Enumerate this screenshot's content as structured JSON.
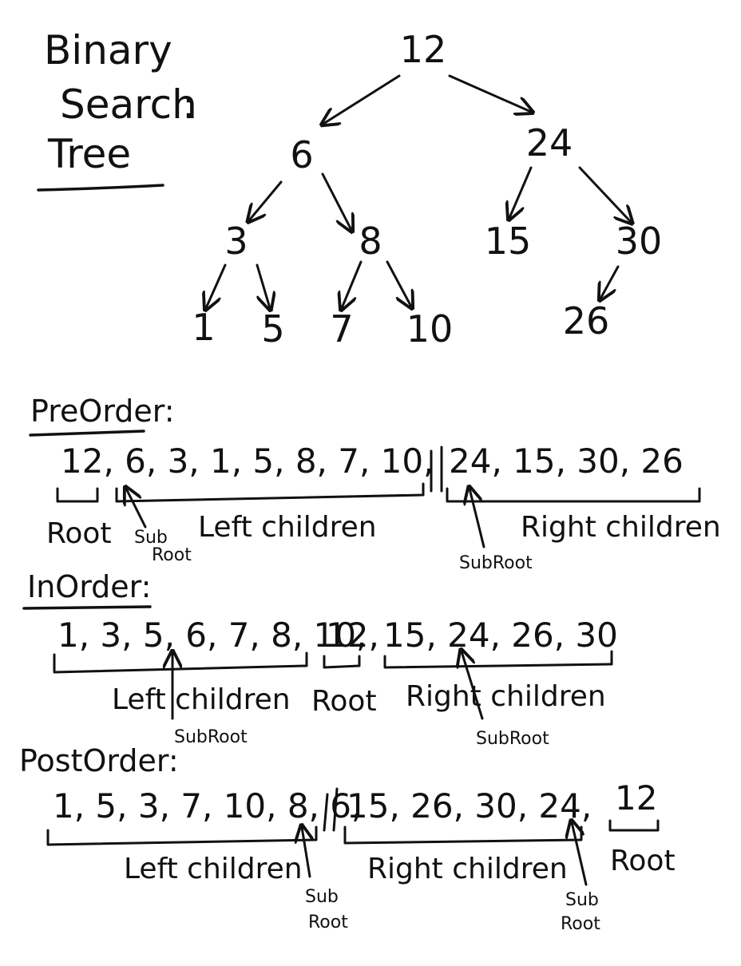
{
  "title": {
    "line1": "Binary",
    "line2": "Search",
    "line3": "Tree",
    "colon": ":"
  },
  "tree": {
    "nodes": {
      "n12": "12",
      "n6": "6",
      "n24": "24",
      "n3": "3",
      "n8": "8",
      "n15": "15",
      "n30": "30",
      "n1": "1",
      "n5": "5",
      "n7": "7",
      "n10": "10",
      "n26": "26"
    }
  },
  "preorder": {
    "heading": "PreOrder:",
    "sequence_left": "12, 6, 3, 1, 5, 8, 7, 10,",
    "sequence_right": "24, 15, 30, 26",
    "label_root": "Root",
    "label_subroot_1a": "Sub",
    "label_subroot_1b": "Root",
    "label_left": "Left children",
    "label_subroot_2": "SubRoot",
    "label_right": "Right children"
  },
  "inorder": {
    "heading": "InOrder:",
    "sequence_left": "1, 3, 5, 6, 7, 8, 10,",
    "sequence_root": "12,",
    "sequence_right": "15, 24, 26, 30",
    "label_left": "Left children",
    "label_root": "Root",
    "label_right": "Right children",
    "label_subroot_1": "SubRoot",
    "label_subroot_2": "SubRoot"
  },
  "postorder": {
    "heading": "PostOrder:",
    "sequence_left": "1, 5, 3, 7, 10, 8, 6,",
    "sequence_right": "15, 26, 30, 24,",
    "sequence_root": "12",
    "label_left": "Left children",
    "label_subroot_1a": "Sub",
    "label_subroot_1b": "Root",
    "label_right": "Right children",
    "label_subroot_2a": "Sub",
    "label_subroot_2b": "Root",
    "label_root": "Root"
  }
}
